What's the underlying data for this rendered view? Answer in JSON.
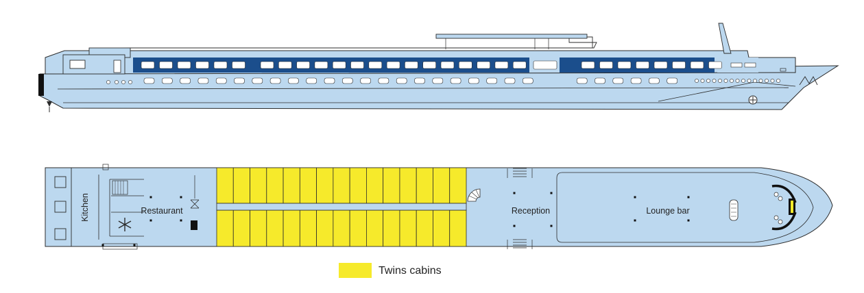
{
  "labels": {
    "kitchen": "Kitchen",
    "restaurant": "Restaurant",
    "reception": "Reception",
    "lounge_bar": "Lounge bar"
  },
  "legend": {
    "twins_cabins": "Twins cabins"
  },
  "colors": {
    "hull_fill": "#bcd8ef",
    "outline": "#2b2b2b",
    "window_band": "#1b4e8c",
    "cabin_fill": "#f6ea2b",
    "deck_fill": "#bcd8ef"
  },
  "cabins": {
    "per_row": 15,
    "rows": 2
  }
}
